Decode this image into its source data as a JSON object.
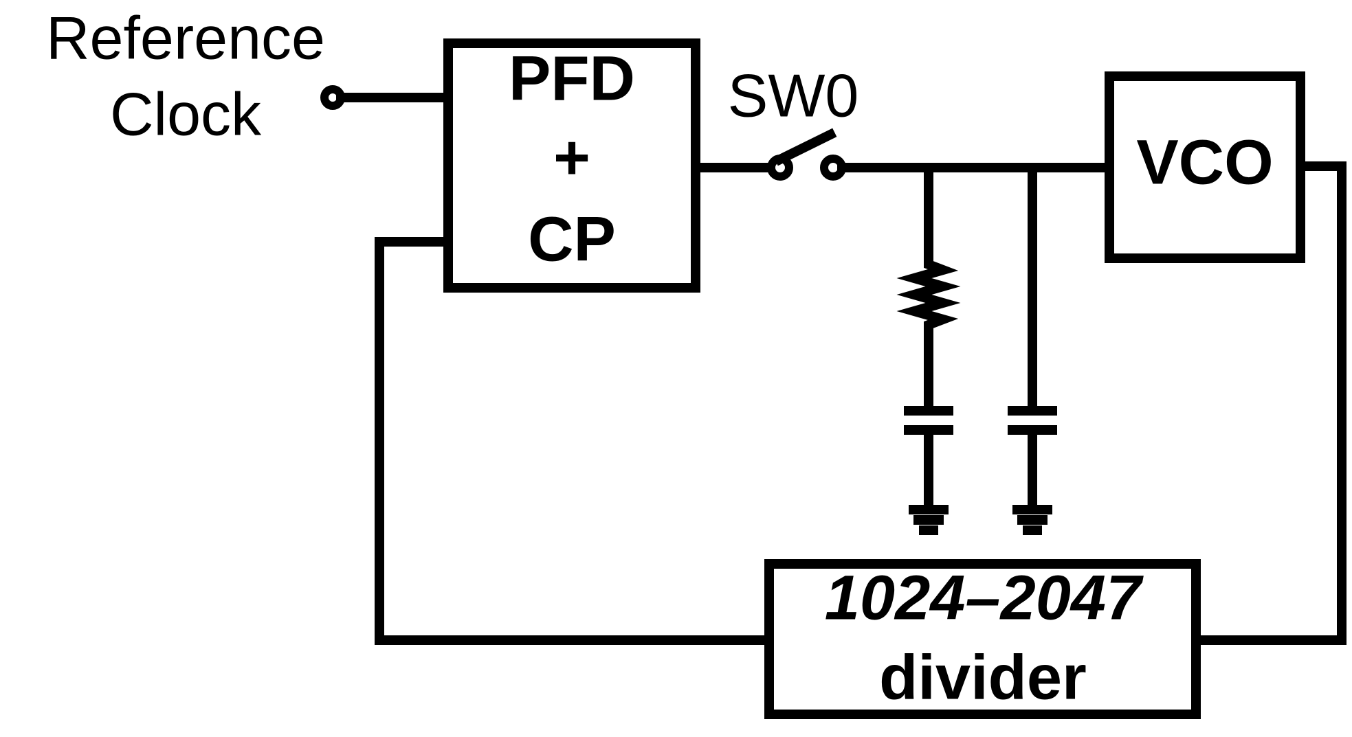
{
  "labels": {
    "reference_clock_line1": "Reference",
    "reference_clock_line2": "Clock",
    "switch": "SW0",
    "pfd_cp_line1": "PFD",
    "pfd_cp_line2": "+",
    "pfd_cp_line3": "CP",
    "vco": "VCO",
    "divider_line1": "1024–2047",
    "divider_line2": "divider"
  },
  "components": {
    "input": "reference-clock-terminal",
    "blocks": [
      "pfd-cp-block",
      "vco-block",
      "divider-block"
    ],
    "switch": "sw0-switch",
    "loop_filter": [
      "resistor",
      "series-capacitor",
      "shunt-capacitor",
      "ground",
      "ground"
    ]
  },
  "colors": {
    "stroke": "#000000",
    "background": "#ffffff"
  }
}
